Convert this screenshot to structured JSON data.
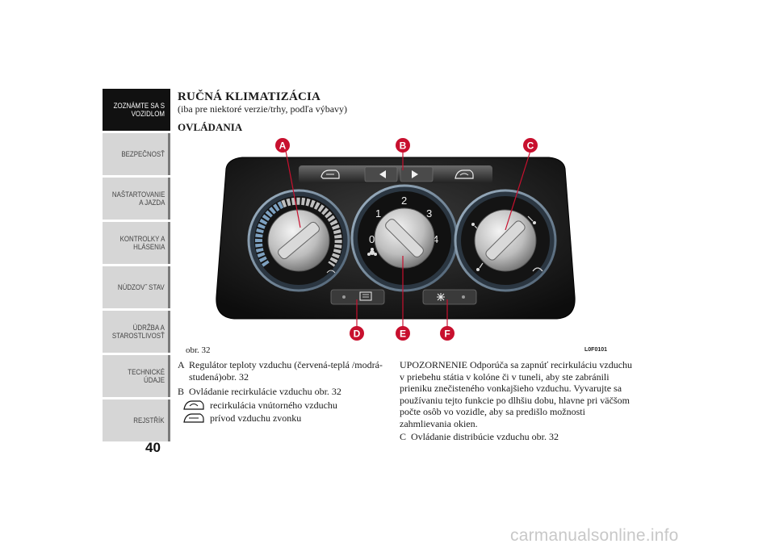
{
  "sidebar": {
    "tabs": [
      {
        "label": "ZOZNÁMTE SA S\nVOZIDLOM"
      },
      {
        "label": "BEZPEČNOSŤ"
      },
      {
        "label": "NAŠTARTOVANIE\nA JAZDA"
      },
      {
        "label": "KONTROLKY A\nHLÁSENIA"
      },
      {
        "label": "NÚDZOV˝ STAV"
      },
      {
        "label": "ÚDRŽBA A\nSTAROSTLIVOSŤ"
      },
      {
        "label": "TECHNICKÉ\nÚDAJE"
      },
      {
        "label": "REJSTŘÍK"
      }
    ],
    "page_number": "40"
  },
  "heading": {
    "title": "RUČNÁ KLIMATIZÁCIA",
    "subtitle": "(iba pre niektoré verzie/trhy, podľa výbavy)",
    "section": "OVLÁDANIA"
  },
  "figure": {
    "caption": "obr. 32",
    "code": "L0F0101",
    "callouts": [
      "A",
      "B",
      "C",
      "D",
      "E",
      "F"
    ],
    "fan_numbers": [
      "0",
      "1",
      "2",
      "3",
      "4"
    ],
    "callout_color": "#c8102e"
  },
  "content": {
    "item_a": {
      "letter": "A",
      "text": "Regulátor teploty vzduchu (červená-teplá /modrá-studená)obr. 32"
    },
    "item_b": {
      "letter": "B",
      "text": "Ovládanie recirkulácie vzduchu obr. 32"
    },
    "b_sub1": "recirkulácia vnútorného vzduchu",
    "b_sub2": "prívod vzduchu zvonku",
    "warning": "UPOZORNENIE Odporúča sa zapnúť recirkuláciu vzduchu v priebehu státia v kolóne či v tuneli, aby ste zabránili prieniku znečisteného vonkajšieho vzduchu. Vyvarujte sa používaniu tejto funkcie po dlhšiu dobu, hlavne pri väčšom počte osôb vo vozidle, aby sa predišlo možnosti zahmlievania okien.",
    "item_c": {
      "letter": "C",
      "text": "Ovládanie distribúcie vzduchu obr. 32"
    }
  },
  "watermark": "carmanualsonline.info"
}
